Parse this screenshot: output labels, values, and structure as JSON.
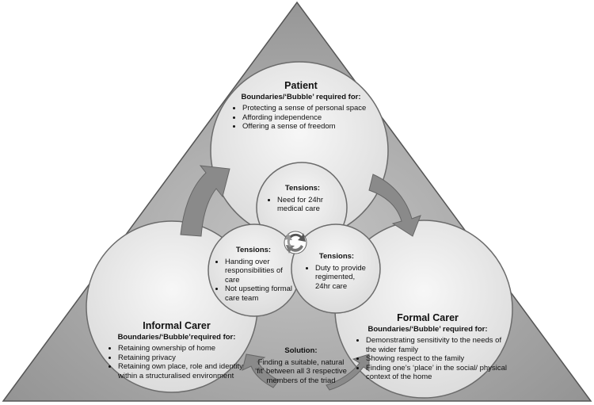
{
  "patient": {
    "title": "Patient",
    "subtitle": "Boundaries/‘Bubble’ required for:",
    "items": [
      "Protecting a sense of personal space",
      "Affording independence",
      "Offering a sense of freedom"
    ]
  },
  "informal_carer": {
    "title": "Informal Carer",
    "subtitle": "Boundaries/‘Bubble’required for:",
    "items": [
      "Retaining ownership of home",
      "Retaining privacy",
      "Retaining own place, role and identity within a structuralised environment"
    ]
  },
  "formal_carer": {
    "title": "Formal Carer",
    "subtitle": "Boundaries/‘Bubble’ required for:",
    "items": [
      "Demonstrating sensitivity to the needs of the wider family",
      "Showing respect to the family",
      "Finding one’s ‘place’ in the social/ physical context of the home"
    ]
  },
  "tension_top": {
    "title": "Tensions:",
    "items": [
      "Need for 24hr medical care"
    ]
  },
  "tension_left": {
    "title": "Tensions:",
    "items": [
      "Handing over responsibilities of care",
      "Not upsetting formal care team"
    ]
  },
  "tension_right": {
    "title": "Tensions:",
    "items": [
      "Duty to provide regimented, 24hr care"
    ]
  },
  "solution": {
    "title": "Solution:",
    "text": "Finding a suitable, natural ‘fit’ between all 3 respective members of the triad"
  },
  "colors": {
    "triangle_fill": "#a9a9a9",
    "triangle_stroke": "#555555",
    "circle_fill": "#e9e9e9",
    "circle_stroke": "#6b6b6b",
    "arrow_fill": "#8a8a8a",
    "center_cycle": "#555555"
  },
  "icons": {
    "flow_arrows": "curved-arrow",
    "center": "cycle-arrows-icon"
  }
}
